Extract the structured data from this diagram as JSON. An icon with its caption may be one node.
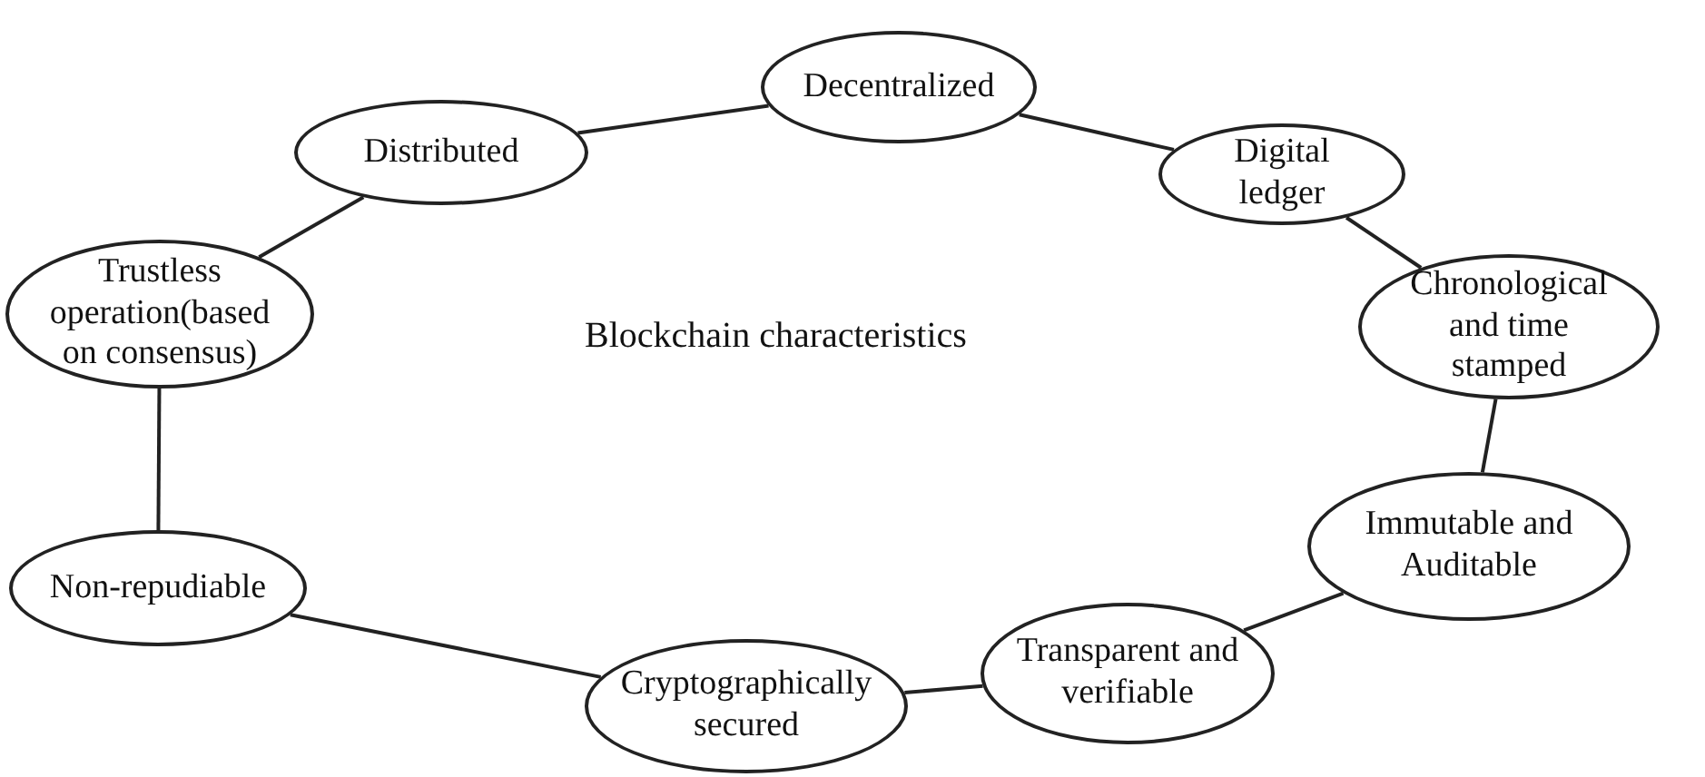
{
  "diagram": {
    "nodes": [
      {
        "text": [
          "Decentralized"
        ]
      },
      {
        "text": [
          "Digital ledger"
        ]
      },
      {
        "text": [
          "Chronological and time stamped"
        ]
      },
      {
        "text": [
          "Immutable and Auditable"
        ]
      },
      {
        "text": [
          "Transparent and verifiable"
        ]
      },
      {
        "text": [
          "Cryptographically secured"
        ]
      },
      {
        "text": [
          "Non-repudiable"
        ]
      },
      {
        "text": [
          "Trustless operation(based on consensus)"
        ]
      },
      {
        "text": [
          "Distributed"
        ]
      }
    ],
    "edges": [
      {
        "from": 8,
        "to": 0,
        "arrow": "none"
      },
      {
        "from": 0,
        "to": 1,
        "arrow": "none"
      },
      {
        "from": 1,
        "to": 2,
        "arrow": "none"
      },
      {
        "from": 2,
        "to": 3,
        "arrow": "none"
      },
      {
        "from": 3,
        "to": 4,
        "arrow": "none"
      },
      {
        "from": 4,
        "to": 5,
        "arrow": "none"
      },
      {
        "from": 5,
        "to": 6,
        "arrow": "none"
      },
      {
        "from": 6,
        "to": 7,
        "arrow": "none"
      },
      {
        "from": 7,
        "to": 8,
        "arrow": "none"
      }
    ],
    "labels": [
      "Blockchain characteristics"
    ]
  }
}
